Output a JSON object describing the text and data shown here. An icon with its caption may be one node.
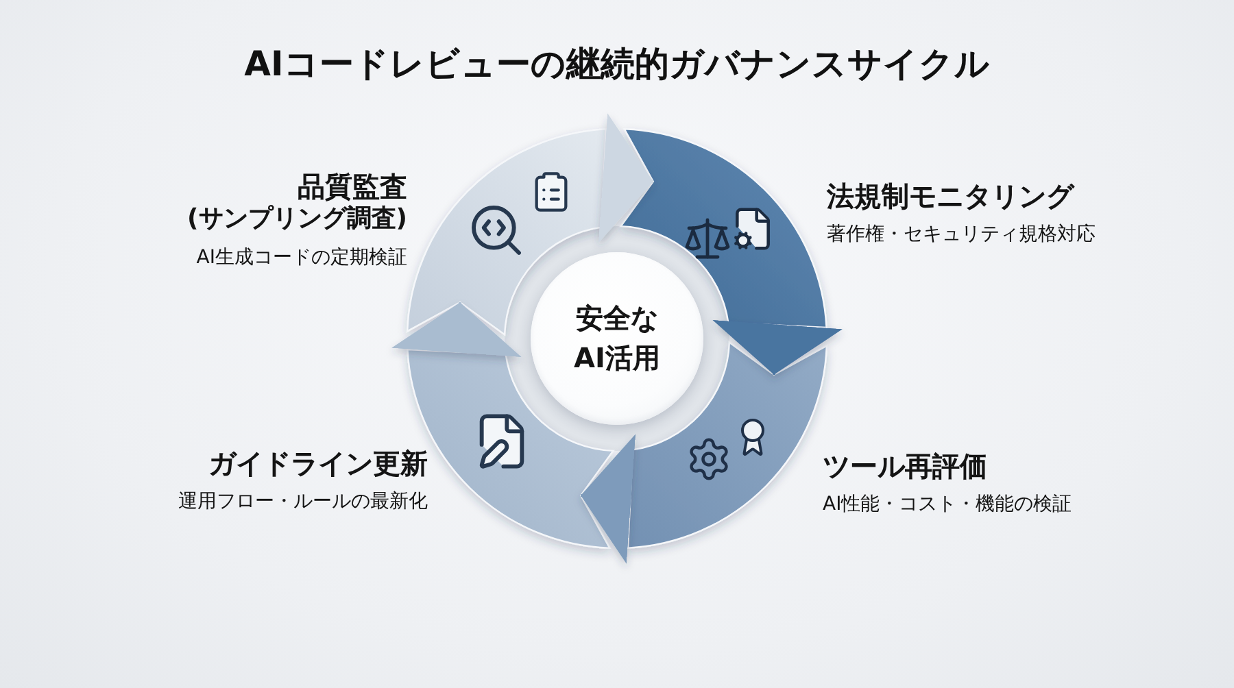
{
  "diagram": {
    "title": "AIコードレビューの継続的ガバナンスサイクル",
    "nodes": [
      {
        "text": [],
        "shape": "arc",
        "beside": [
          "品質監査",
          "(サンプリング調査)",
          "AI生成コードの定期検証"
        ]
      },
      {
        "text": [],
        "shape": "arc",
        "beside": [
          "法規制モニタリング",
          "著作権・セキュリティ規格対応"
        ]
      },
      {
        "text": [
          "安全なAI活用"
        ]
      },
      {
        "text": [],
        "shape": "arc",
        "beside": [
          "ガイドライン更新",
          "運用フロー・ルールの最新化"
        ]
      },
      {
        "text": [],
        "shape": "arc",
        "beside": [
          "ツール再評価",
          "AI性能・コスト・機能の検証"
        ]
      }
    ],
    "edges": [
      {
        "from": 0,
        "to": 1,
        "arrow": "to",
        "color": "#cdd7e2"
      },
      {
        "from": 1,
        "to": 4,
        "arrow": "to",
        "color": "#4a74a0"
      },
      {
        "from": 4,
        "to": 3,
        "arrow": "to",
        "color": "#7e9bbb"
      },
      {
        "from": 3,
        "to": 0,
        "arrow": "to",
        "color": "#a9bcd0"
      }
    ]
  }
}
